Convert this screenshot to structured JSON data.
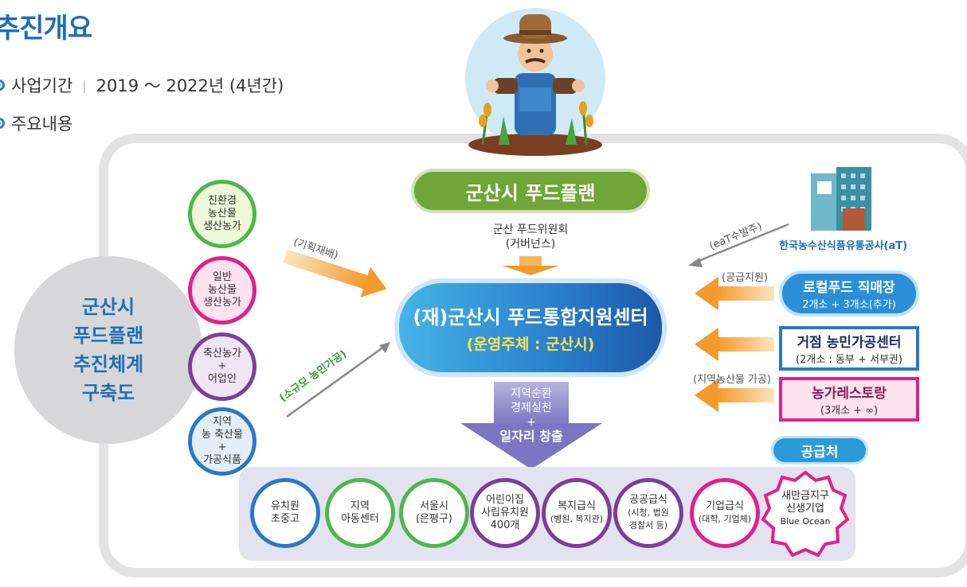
{
  "heading": "추진개요",
  "period": {
    "label": "사업기간",
    "value": "2019 ～ 2022년 (4년간)"
  },
  "main_content_label": "주요내용",
  "center_circle": [
    "군산시",
    "푸드플랜",
    "추진체계",
    "구축도"
  ],
  "producers": [
    {
      "lines": [
        "친환경",
        "농산물",
        "생산농가"
      ]
    },
    {
      "lines": [
        "일반",
        "농산물",
        "생산농가"
      ]
    },
    {
      "lines": [
        "축산농가",
        "+",
        "어업인"
      ]
    },
    {
      "lines": [
        "지역",
        "농 축산물",
        "+",
        "가공식품"
      ]
    }
  ],
  "arrow_labels": {
    "planning": "(기획재배)",
    "small_processing": "(소규모 농민가공)",
    "eat_order": "(eaT수발주)",
    "supply_support": "(공급지원)",
    "local_processing": "(지역농산물 가공)"
  },
  "food_plan_title": "군산시 푸드플랜",
  "committee": [
    "군산 푸드위원회",
    "(거버넌스)"
  ],
  "hub": {
    "title": "(재)군산시 푸드통합지원센터",
    "subtitle": "(운영주체 : 군산시)"
  },
  "at_org": "한국농수산식품유통공사(aT)",
  "right_boxes": [
    {
      "title": "로컬푸드 직매장",
      "sub": "2개소 + 3개소(추가)"
    },
    {
      "title": "거점 농민가공센터",
      "sub": "(2개소 : 동부 + 서부권)"
    },
    {
      "title": "농가레스토랑",
      "sub": "(3개소 + ∞)"
    }
  ],
  "down_arrow": {
    "lines": [
      "지역순환",
      "경제실천",
      "+"
    ],
    "bold": "일자리 창출"
  },
  "supply_label": "공급처",
  "destinations": [
    {
      "lines": [
        "유치원",
        "초중고"
      ]
    },
    {
      "lines": [
        "지역",
        "아동센터"
      ]
    },
    {
      "lines": [
        "서울시",
        "(은평구)"
      ]
    },
    {
      "lines": [
        "어린이집",
        "사립유치원",
        "400개"
      ]
    },
    {
      "lines": [
        "복지급식",
        "(병원, 복지관)"
      ]
    },
    {
      "lines": [
        "공공급식",
        "(시청, 법원",
        "경찰서 등)"
      ]
    },
    {
      "lines": [
        "기업급식",
        "(대학, 기업체)"
      ]
    },
    {
      "lines": [
        "새만금지구",
        "신생기업",
        "Blue Ocean"
      ]
    }
  ],
  "colors": {
    "title_blue": "#1c6fb6",
    "green": "#4cb84a",
    "pink": "#e0218a",
    "purple": "#7b3f98",
    "blue": "#2b78c4",
    "orange_arrow": "#f39a2b",
    "hub_blue": "#2a7fcc",
    "plan_green": "#6fa637"
  }
}
